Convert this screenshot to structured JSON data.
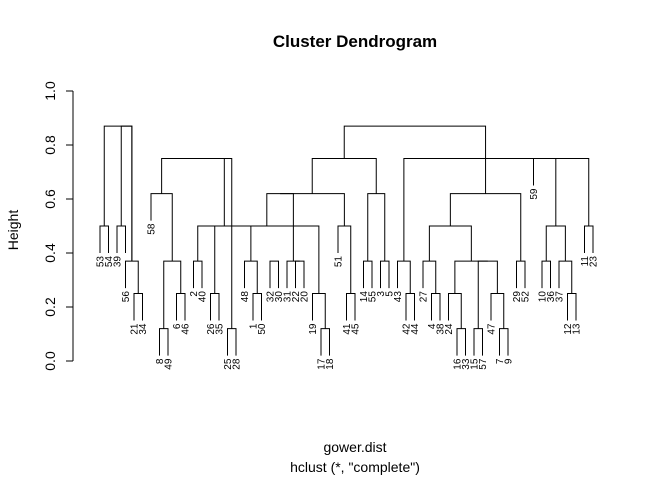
{
  "chart_data": {
    "type": "dendrogram",
    "title": "Cluster Dendrogram",
    "ylabel": "Height",
    "xlabel": "gower.dist",
    "subtitle": "hclust (*, \"complete\")",
    "ylim": [
      0,
      1
    ],
    "yticks": [
      "0.0",
      "0.2",
      "0.4",
      "0.6",
      "0.8",
      "1.0"
    ],
    "leaves": [
      "53",
      "54",
      "39",
      "56",
      "21",
      "34",
      "58",
      "8",
      "49",
      "6",
      "46",
      "2",
      "40",
      "26",
      "35",
      "25",
      "28",
      "48",
      "1",
      "50",
      "32",
      "30",
      "31",
      "22",
      "20",
      "19",
      "17",
      "18",
      "51",
      "41",
      "45",
      "14",
      "55",
      "3",
      "5",
      "43",
      "42",
      "44",
      "27",
      "4",
      "38",
      "24",
      "16",
      "33",
      "15",
      "57",
      "47",
      "7",
      "9",
      "29",
      "52",
      "59",
      "10",
      "36",
      "37",
      "12",
      "13",
      "11",
      "23"
    ],
    "merges": [
      [
        -1,
        -2,
        0.5
      ],
      [
        -21,
        -22,
        0.37
      ],
      [
        -8,
        -9,
        0.12
      ],
      [
        -5,
        -6,
        0.25
      ],
      [
        -10,
        -11,
        0.25
      ],
      [
        -12,
        -13,
        0.37
      ],
      [
        -16,
        -17,
        0.12
      ],
      [
        -14,
        -15,
        0.25
      ],
      [
        -19,
        -20,
        0.25
      ],
      [
        -18,
        9,
        0.37
      ],
      [
        -24,
        -25,
        0.37
      ],
      [
        -27,
        -28,
        0.12
      ],
      [
        -26,
        12,
        0.25
      ],
      [
        -30,
        -31,
        0.25
      ],
      [
        -29,
        14,
        0.5
      ],
      [
        -32,
        -33,
        0.37
      ],
      [
        -34,
        -35,
        0.37
      ],
      [
        -37,
        -38,
        0.25
      ],
      [
        -36,
        18,
        0.37
      ],
      [
        -40,
        -41,
        0.25
      ],
      [
        -39,
        20,
        0.37
      ],
      [
        -43,
        -44,
        0.12
      ],
      [
        -42,
        22,
        0.25
      ],
      [
        -48,
        -49,
        0.12
      ],
      [
        -45,
        -46,
        0.12
      ],
      [
        -47,
        24,
        0.25
      ],
      [
        25,
        26,
        0.37
      ],
      [
        -50,
        -51,
        0.37
      ],
      [
        -53,
        -54,
        0.37
      ],
      [
        -56,
        -57,
        0.25
      ],
      [
        -55,
        30,
        0.37
      ],
      [
        -58,
        -59,
        0.5
      ],
      [
        -3,
        -4,
        0.5
      ],
      [
        -23,
        11,
        0.37
      ],
      [
        8,
        13,
        0.5
      ],
      [
        3,
        5,
        0.37
      ],
      [
        -4,
        4,
        0.37
      ],
      [
        16,
        17,
        0.62
      ],
      [
        23,
        27,
        0.37
      ],
      [
        21,
        39,
        0.5
      ],
      [
        -7,
        36,
        0.62
      ],
      [
        6,
        10,
        0.5
      ],
      [
        34,
        35,
        0.62
      ],
      [
        15,
        43,
        0.62
      ],
      [
        28,
        40,
        0.62
      ],
      [
        31,
        29,
        0.5
      ],
      [
        -52,
        32,
        0.75
      ],
      [
        42,
        7,
        0.75
      ],
      [
        41,
        48,
        0.75
      ],
      [
        37,
        33,
        0.87
      ],
      [
        44,
        38,
        0.75
      ],
      [
        45,
        51,
        0.87
      ],
      [
        46,
        19,
        0.75
      ],
      [
        1,
        37,
        0.87
      ]
    ]
  }
}
